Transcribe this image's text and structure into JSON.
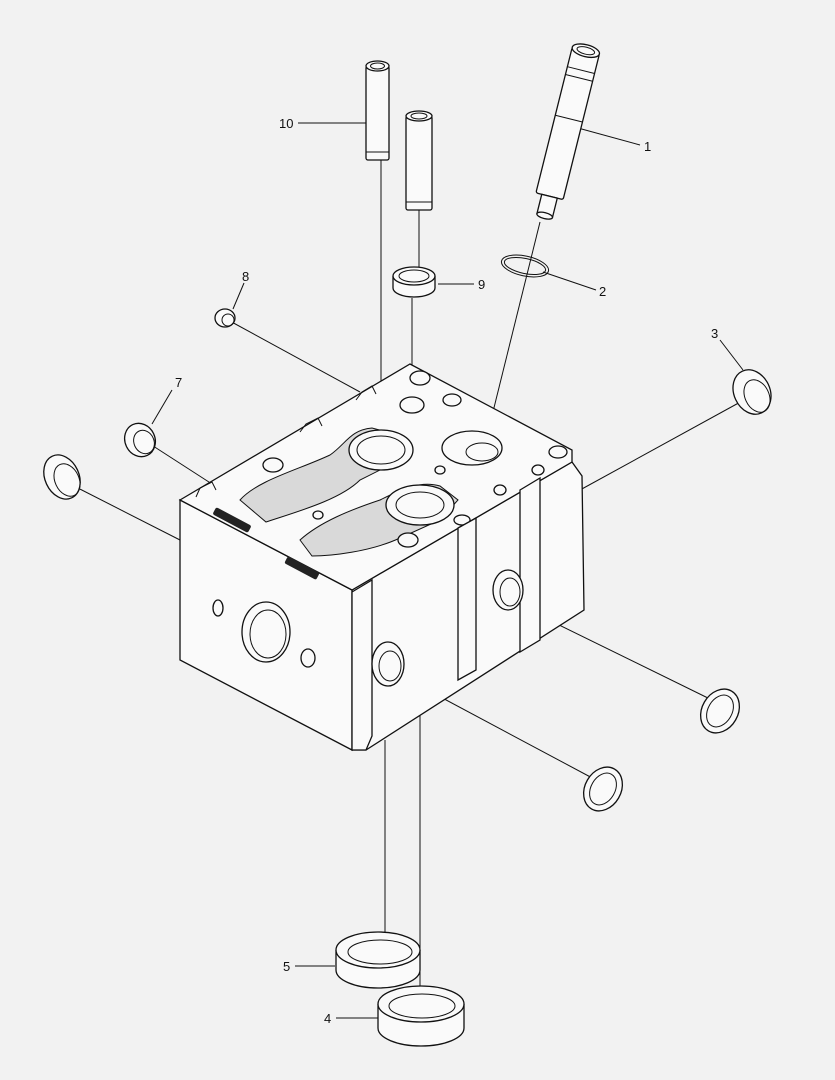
{
  "callouts": [
    {
      "id": "1",
      "text": "1"
    },
    {
      "id": "2",
      "text": "2"
    },
    {
      "id": "3",
      "text": "3"
    },
    {
      "id": "4",
      "text": "4"
    },
    {
      "id": "5",
      "text": "5"
    },
    {
      "id": "7",
      "text": "7"
    },
    {
      "id": "8",
      "text": "8"
    },
    {
      "id": "9",
      "text": "9"
    },
    {
      "id": "10",
      "text": "10"
    }
  ],
  "colors": {
    "background": "#f2f2f2",
    "line": "#111111",
    "fill": "#fafafa"
  }
}
